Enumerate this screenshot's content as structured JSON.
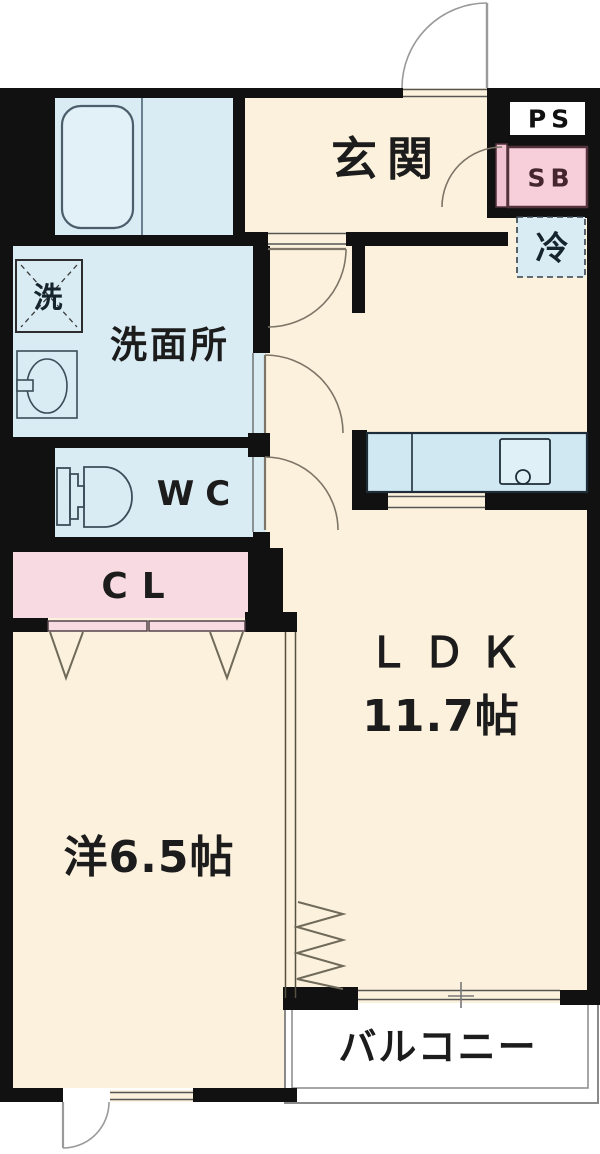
{
  "rooms": {
    "genkan": {
      "label": "玄関"
    },
    "washroom": {
      "label": "洗面所"
    },
    "wc": {
      "label": "WC"
    },
    "closet": {
      "label": "CL"
    },
    "western": {
      "label": "洋6.5帖",
      "size_tatami": "6.5"
    },
    "ldk": {
      "label": "ＬＤＫ",
      "size": "11.7帖",
      "size_tatami": "11.7"
    },
    "balcony": {
      "label": "バルコニー"
    }
  },
  "fixtures": {
    "pipe_space": {
      "label": "PS"
    },
    "shoe_box": {
      "label": "SB"
    },
    "refrigerator": {
      "label": "冷"
    },
    "washer": {
      "label": "洗"
    }
  },
  "colors": {
    "room_cream": "#fcf1dc",
    "wet_area_blue": "#d9ecf4",
    "closet_pink": "#f8dae3",
    "wall_black": "#111111",
    "balcony_white": "#ffffff",
    "door_arc_gray": "#8a8476",
    "outline_dark": "#223140"
  }
}
